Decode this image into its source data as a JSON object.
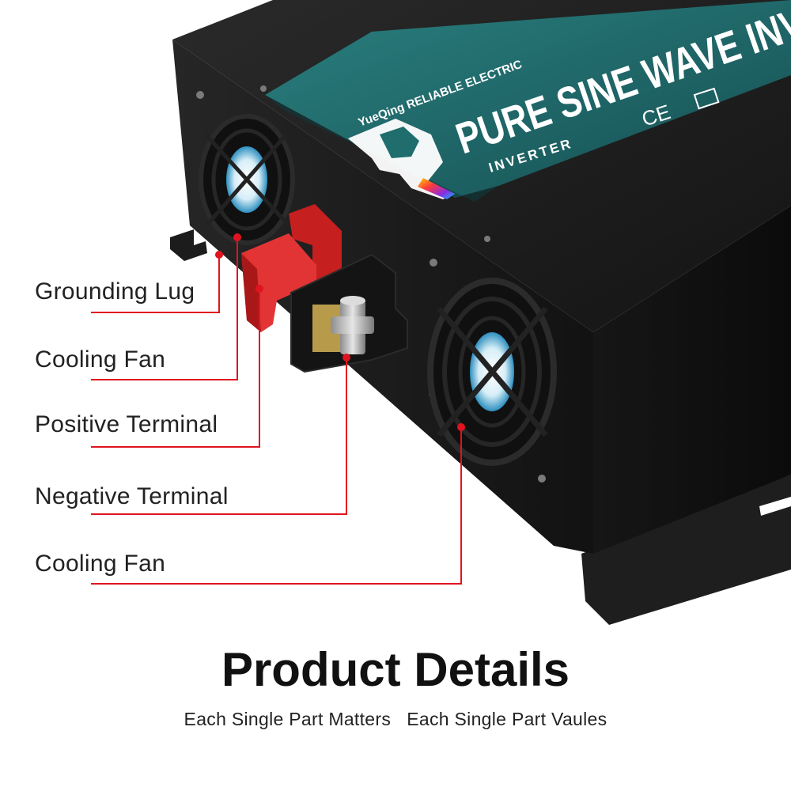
{
  "product": {
    "brand_line": "YueQing RELIABLE ELECTRIC",
    "model_line": "PURE SINE WAVE INVERTER",
    "sub_label": "INVERTER",
    "cert_mark": "CE"
  },
  "callouts": [
    {
      "label": "Grounding Lug"
    },
    {
      "label": "Cooling Fan"
    },
    {
      "label": "Positive Terminal"
    },
    {
      "label": "Negative Terminal"
    },
    {
      "label": "Cooling Fan"
    }
  ],
  "footer": {
    "title": "Product Details",
    "subtitle": "Each Single Part Matters   Each Single Part Vaules"
  },
  "colors": {
    "body": "#1b1b1b",
    "panel": "#1f6d6d",
    "callout_line": "#e0141e",
    "terminal_red": "#d42525",
    "text": "#222222"
  },
  "icons": [
    "fan-icon",
    "bolt-icon",
    "logo-mark"
  ]
}
